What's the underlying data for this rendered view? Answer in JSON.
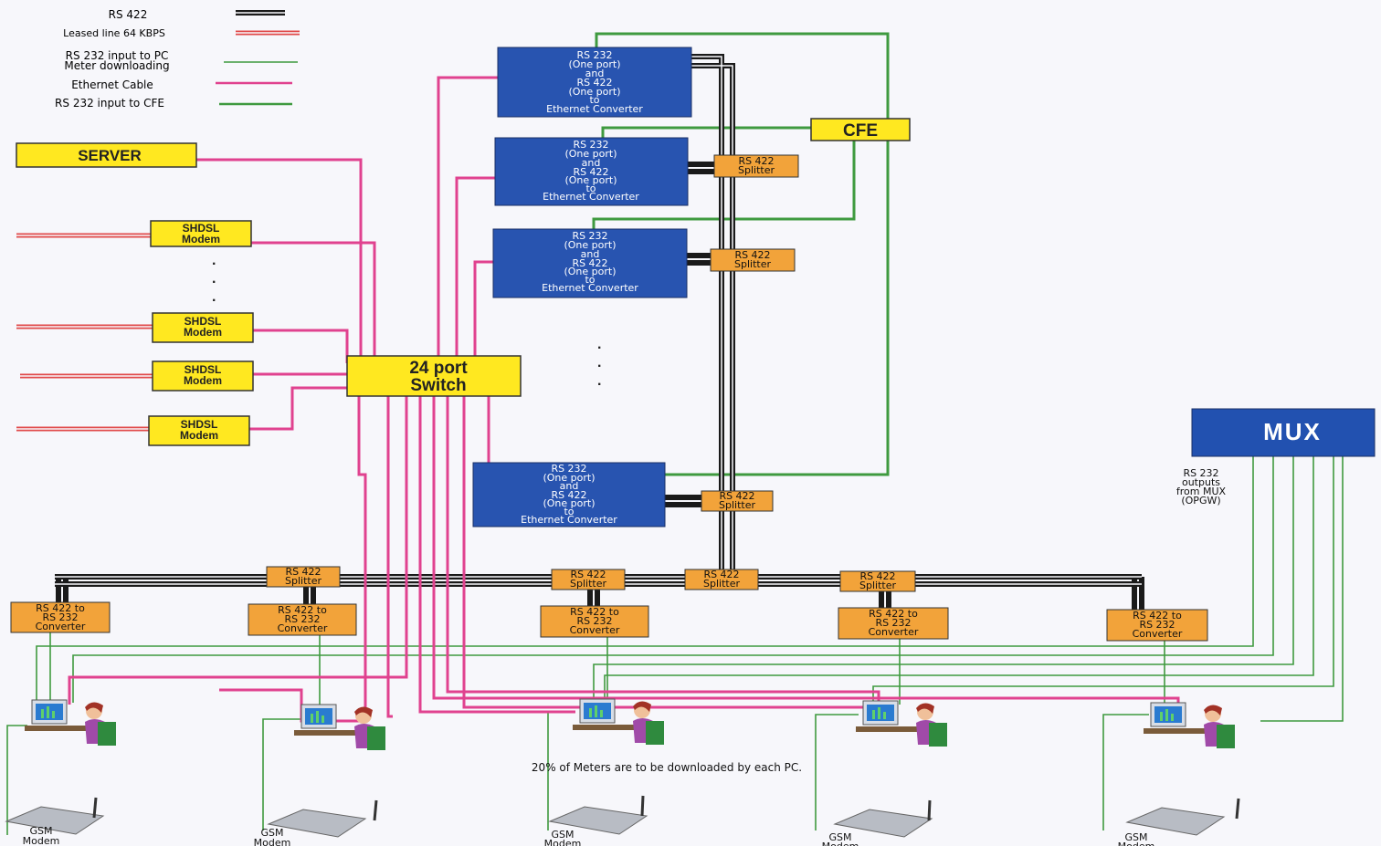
{
  "legend": [
    {
      "label": "RS 422",
      "line": "rs422"
    },
    {
      "label": "Leased line 64 KBPS",
      "line": "leased"
    },
    {
      "label": "RS 232 input to PC Meter downloading",
      "line_text": [
        "RS 232 input to PC",
        "Meter downloading"
      ],
      "line": "rs232"
    },
    {
      "label": "Ethernet Cable",
      "line": "ethernet"
    },
    {
      "label": "RS 232 input to CFE",
      "line": "cfe"
    }
  ],
  "colors": {
    "rs422": "#1a1a1a",
    "leased": "#e04a4a",
    "rs232": "#3f9a3f",
    "ethernet": "#e0428f",
    "yellow_box": "#ffe820",
    "blue_box": "#2854b0",
    "orange_box": "#f2a33a",
    "mux_box": "#2251b0"
  },
  "nodes": {
    "server": "SERVER",
    "switch": [
      "24 port",
      "Switch"
    ],
    "cfe": "CFE",
    "mux": "MUX",
    "shdsl_modem": [
      "SHDSL",
      "Modem"
    ],
    "converter_a": [
      "RS 232",
      "(One port)",
      "and",
      "RS 422",
      "(One port)",
      "to",
      "Ethernet Converter"
    ],
    "splitter": [
      "RS 422",
      "Splitter"
    ],
    "rs422_to_rs232": [
      "RS 422 to",
      "RS 232",
      "Converter"
    ],
    "gsm_modem": [
      "GSM",
      "Modem"
    ],
    "mux_outputs": [
      "RS 232",
      "outputs",
      "from MUX",
      "(OPGW)"
    ],
    "ellipsis": "."
  },
  "footnote": "20% of Meters are to be downloaded by each PC."
}
